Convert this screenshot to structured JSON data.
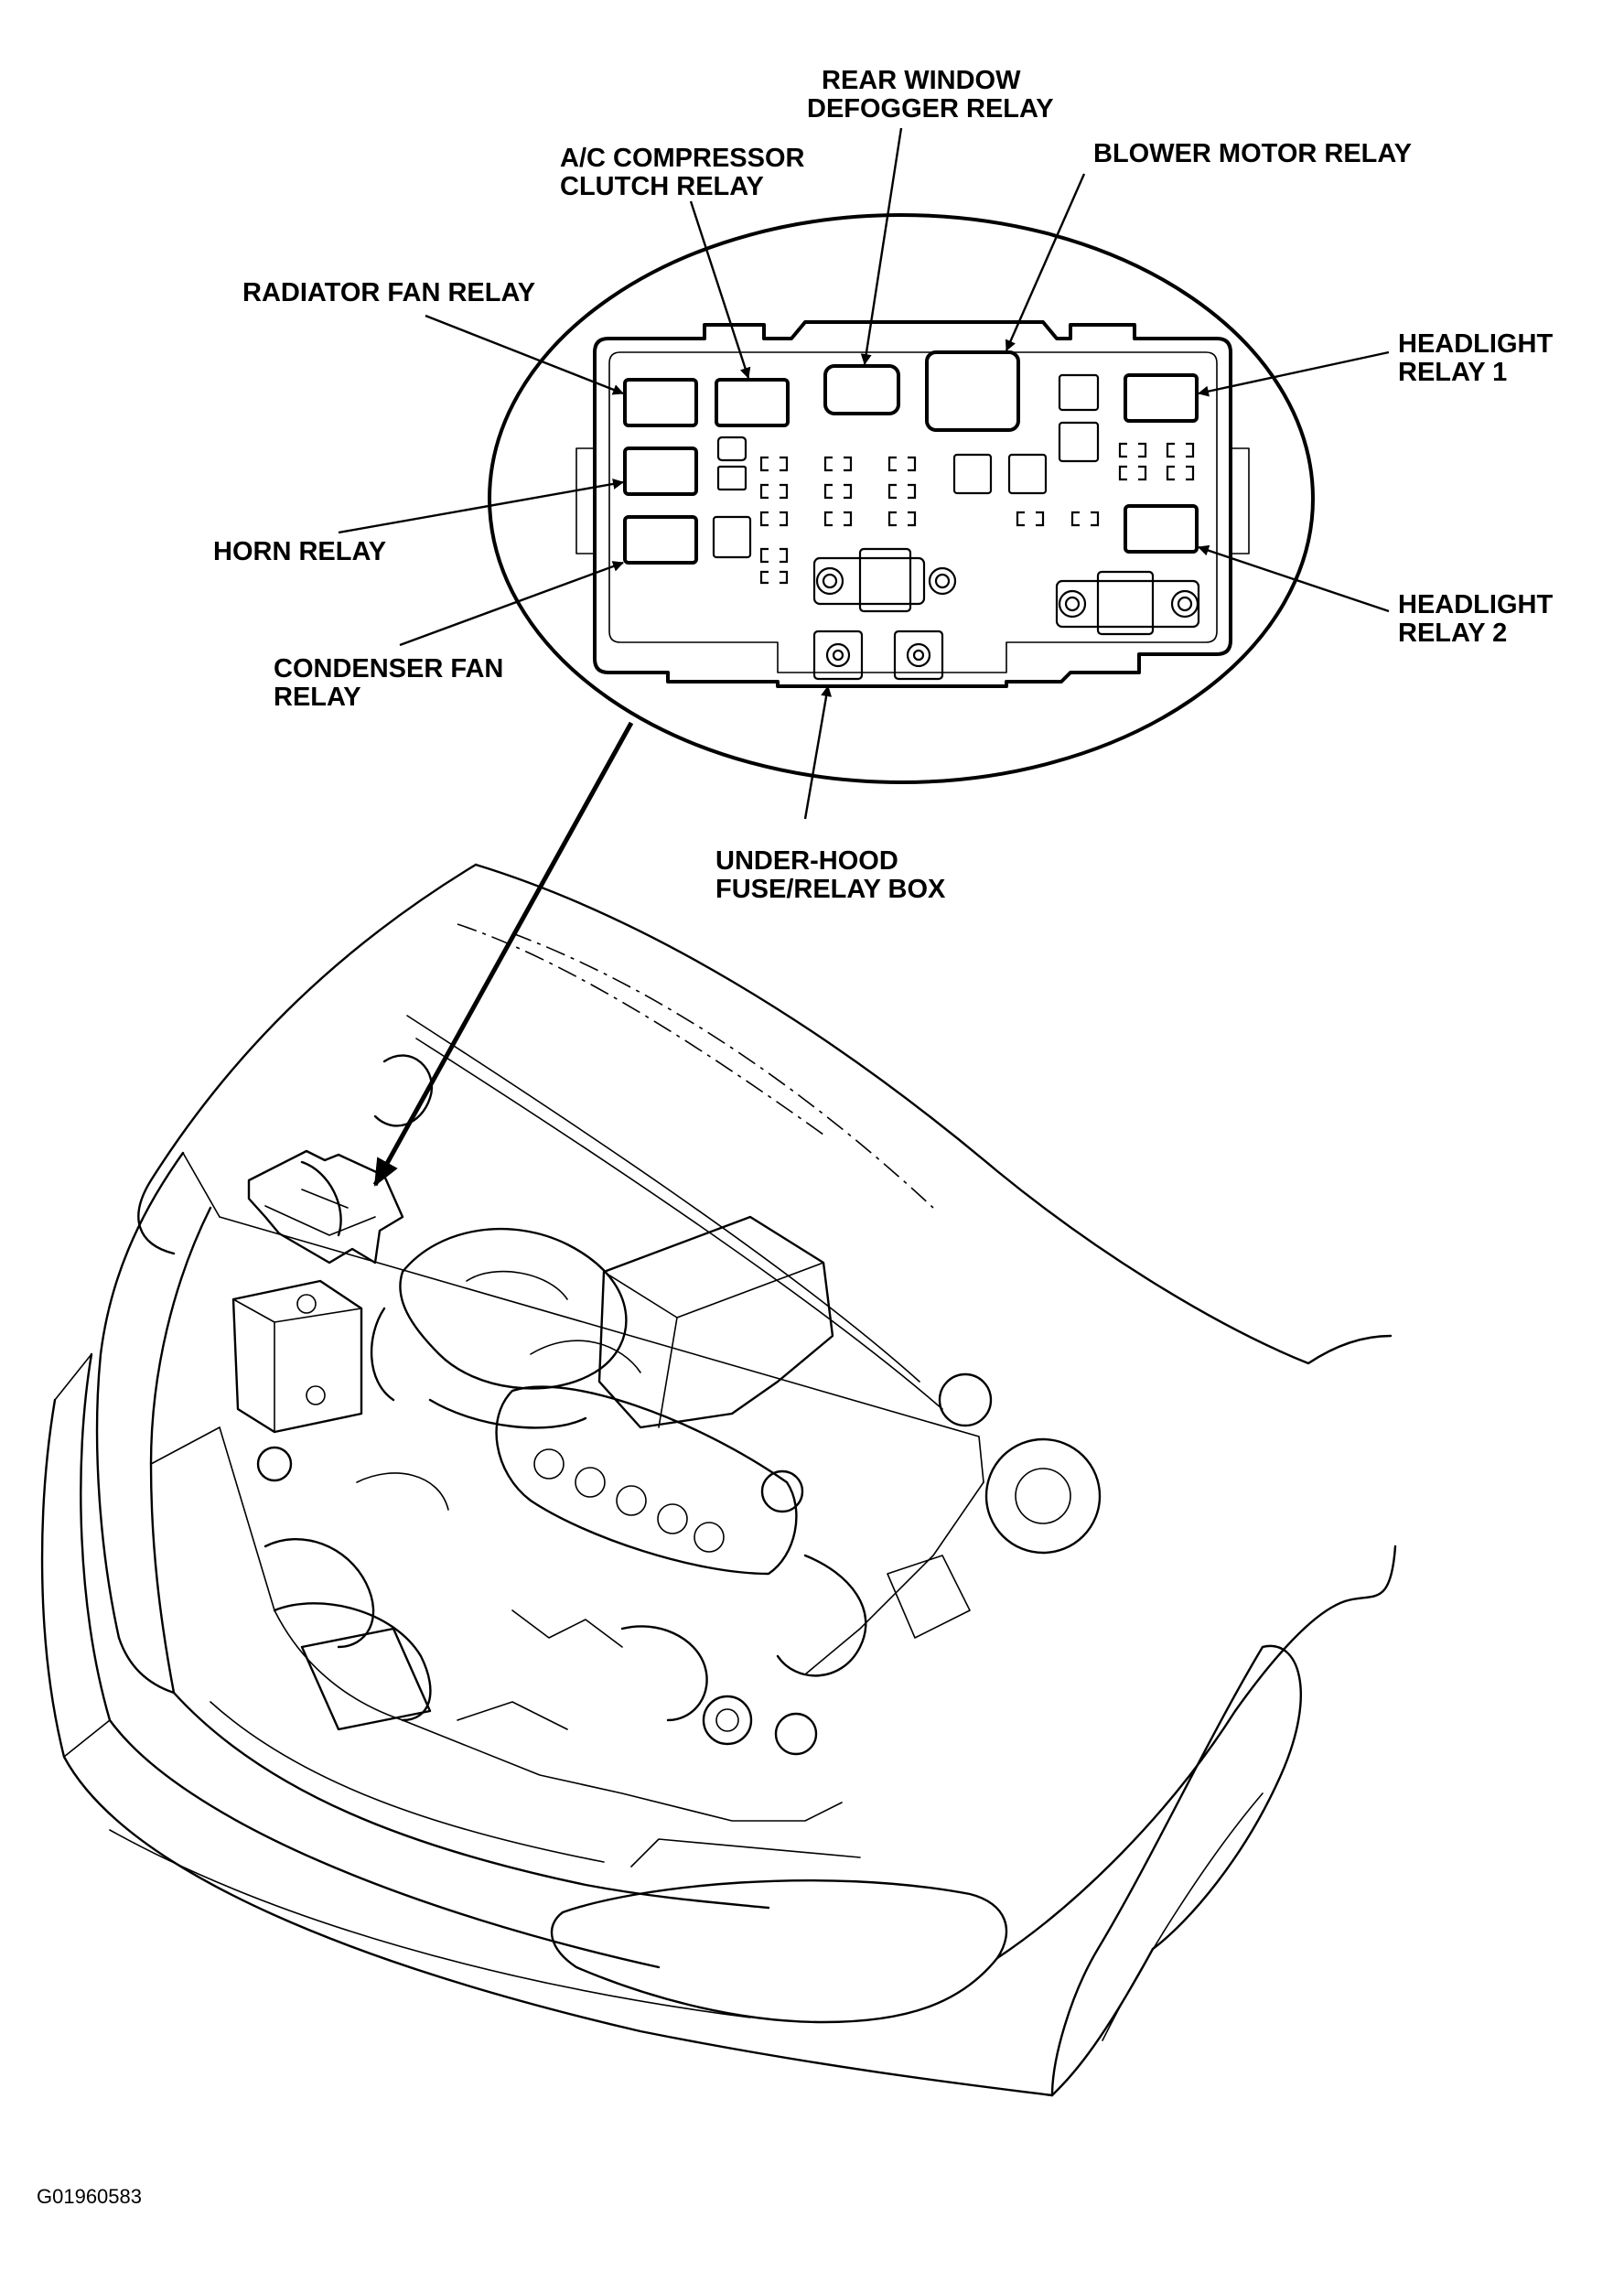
{
  "labels": {
    "rear_window_defogger_relay": [
      "REAR WINDOW",
      "DEFOGGER RELAY"
    ],
    "ac_compressor_clutch_relay": [
      "A/C COMPRESSOR",
      "CLUTCH RELAY"
    ],
    "blower_motor_relay": [
      "BLOWER MOTOR RELAY"
    ],
    "radiator_fan_relay": [
      "RADIATOR FAN RELAY"
    ],
    "headlight_relay_1": [
      "HEADLIGHT",
      "RELAY 1"
    ],
    "horn_relay": [
      "HORN RELAY"
    ],
    "headlight_relay_2": [
      "HEADLIGHT",
      "RELAY 2"
    ],
    "condenser_fan_relay": [
      "CONDENSER FAN",
      "RELAY"
    ],
    "under_hood_fuse_relay_box": [
      "UNDER-HOOD",
      "FUSE/RELAY BOX"
    ]
  },
  "figure_code": "G01960583"
}
